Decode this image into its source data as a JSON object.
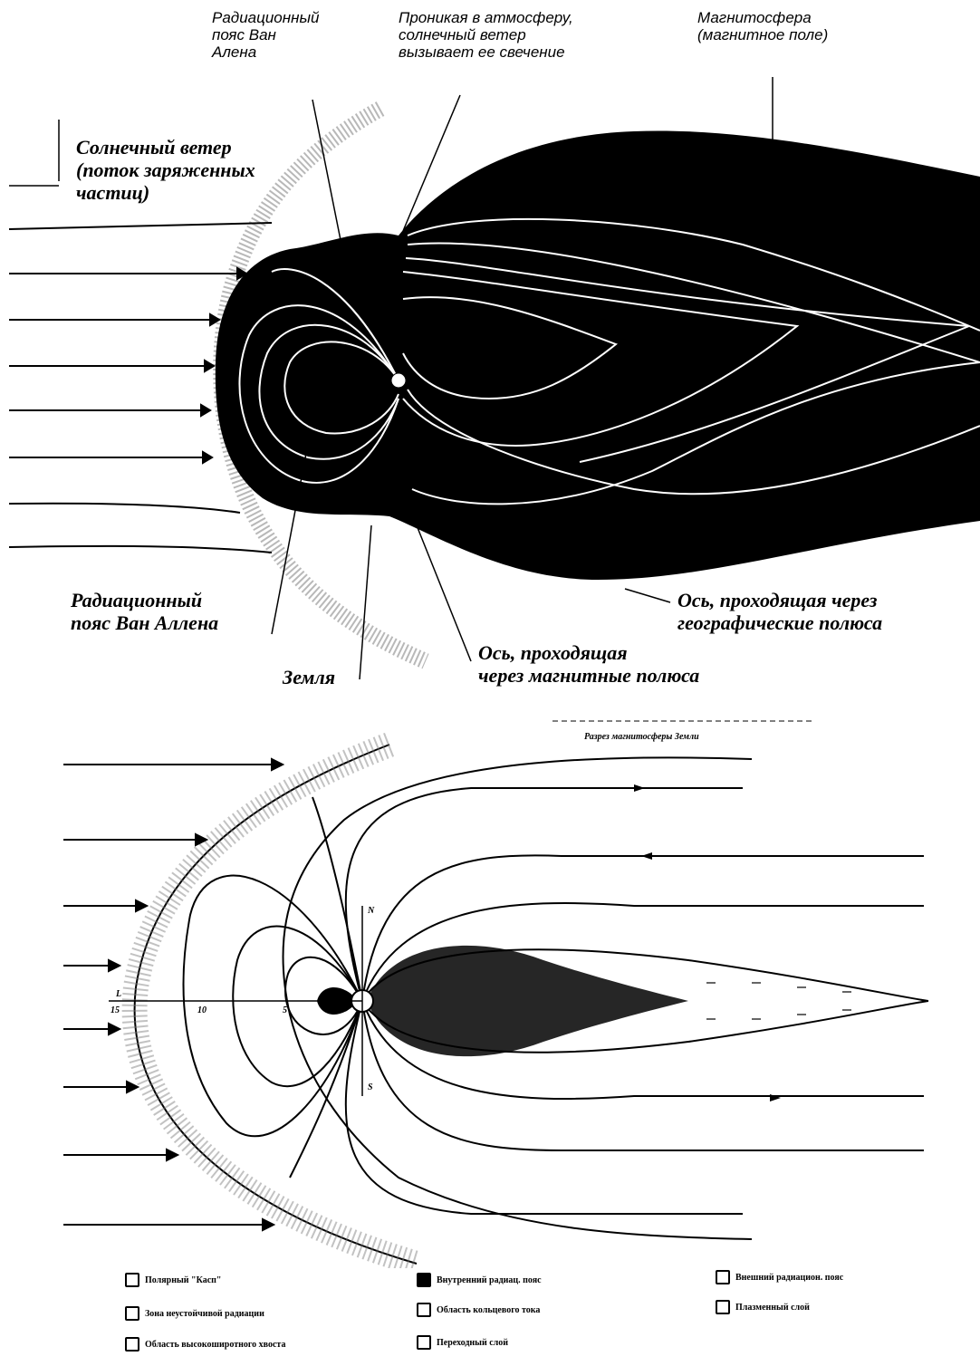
{
  "top_labels": {
    "radiation_belt_top": "Радиационный\nпояс Ван\nАлена",
    "atmosphere": "Проникая в атмосферу,\nсолнечный ветер\nвызывает ее свечение",
    "magnetosphere": "Магнитосфера\n(магнитное поле)",
    "solar_wind": "Солнечный ветер\n(поток заряженных\nчастиц)",
    "radiation_belt_bottom": "Радиационный\nпояс Ван Аллена",
    "geo_axis": "Ось, проходящая через\nгеографические полюса",
    "mag_axis": "Ось, проходящая\nчерез магнитные полюса",
    "earth": "Земля"
  },
  "lower_figure": {
    "caption": "Разрез магнитосферы Земли",
    "markers": {
      "n": "N",
      "s": "S",
      "l": "L",
      "l15": "15",
      "l10": "10",
      "l5": "5"
    }
  },
  "legend": [
    {
      "key": "polar_cusp",
      "swatch": "empty",
      "label": "Полярный \"Касп\""
    },
    {
      "key": "inner_belt",
      "swatch": "black",
      "label": "Внутренний радиац. пояс"
    },
    {
      "key": "outer_belt",
      "swatch": "dots",
      "label": "Внешний радиацион. пояс"
    },
    {
      "key": "unstable_zone",
      "swatch": "empty",
      "label": "Зона неустойчивой радиации"
    },
    {
      "key": "ring_current",
      "swatch": "ring",
      "label": "Область кольцевого тока"
    },
    {
      "key": "plasma_sheet",
      "swatch": "dash",
      "label": "Плазменный слой"
    },
    {
      "key": "high_lat_tail",
      "swatch": "empty",
      "label": "Область высокоширотного хвоста"
    },
    {
      "key": "transition",
      "swatch": "empty",
      "label": "Переходный слой"
    }
  ]
}
